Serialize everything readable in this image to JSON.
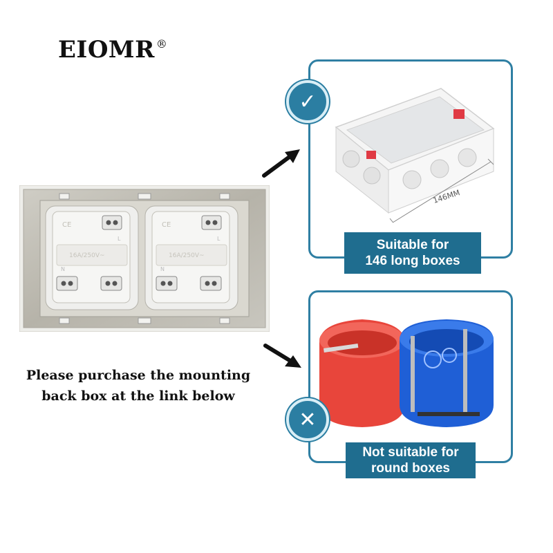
{
  "brand": {
    "name": "EIOMR",
    "registered_mark": "®"
  },
  "instruction": {
    "line1": "Please purchase the mounting",
    "line2": "back box at the link below"
  },
  "suitable_panel": {
    "label_line1": "Suitable for",
    "label_line2": "146 long boxes",
    "dimension_label": "146MM",
    "badge_icon": "check-icon"
  },
  "unsuitable_panel": {
    "label_line1": "Not suitable for",
    "label_line2": "round boxes",
    "badge_icon": "cross-icon"
  },
  "socket_markings": {
    "ce_mark": "CE",
    "rating": "16A/250V~",
    "terminal_l": "L",
    "terminal_n": "N"
  },
  "colors": {
    "accent": "#2b7ea2",
    "label_bg": "#1f6d8f",
    "panel_border": "#2f7fa3",
    "round_box_red": "#e8453b",
    "round_box_blue": "#1f5fd6",
    "frame_silver": "#b9b7ae"
  }
}
